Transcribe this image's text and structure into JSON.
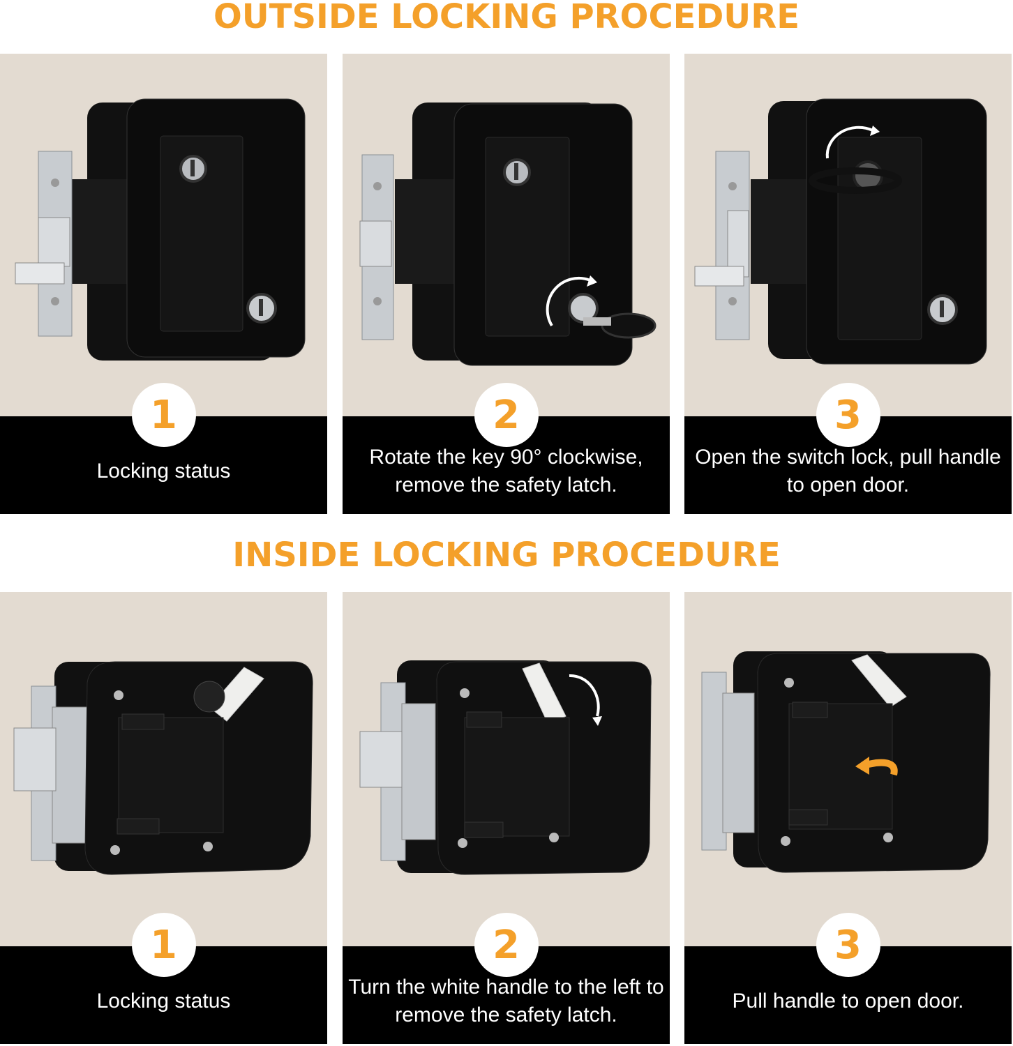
{
  "sections": [
    {
      "title": "OUTSIDE LOCKING PROCEDURE",
      "steps": [
        {
          "number": "1",
          "caption": "Locking status"
        },
        {
          "number": "2",
          "caption": "Rotate the key 90° clockwise, remove the safety latch."
        },
        {
          "number": "3",
          "caption": "Open the switch lock, pull handle to open door."
        }
      ]
    },
    {
      "title": "INSIDE LOCKING PROCEDURE",
      "steps": [
        {
          "number": "1",
          "caption": "Locking status"
        },
        {
          "number": "2",
          "caption": "Turn the white handle to the left to remove the safety latch."
        },
        {
          "number": "3",
          "caption": "Pull handle to open door."
        }
      ]
    }
  ],
  "colors": {
    "accent": "#f4a02a",
    "panel_bg": "#e3dbd1",
    "caption_bg": "#000000",
    "caption_text": "#ffffff"
  }
}
